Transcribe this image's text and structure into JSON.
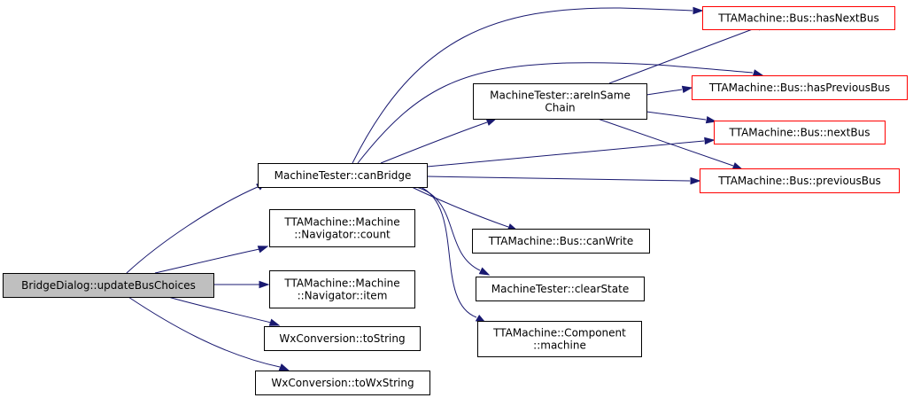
{
  "diagram": {
    "type": "call-graph",
    "colors": {
      "edge": "#191970",
      "node_border": "#000000",
      "external_node_border": "#ff0000",
      "root_node_fill": "#bfbfbf",
      "node_fill": "#ffffff"
    },
    "nodes": [
      {
        "id": "updateBusChoices",
        "lines": [
          "BridgeDialog::updateBusChoices"
        ],
        "style": "root"
      },
      {
        "id": "canBridge",
        "lines": [
          "MachineTester::canBridge"
        ],
        "style": "normal"
      },
      {
        "id": "navCount",
        "lines": [
          "TTAMachine::Machine",
          "::Navigator::count"
        ],
        "style": "normal"
      },
      {
        "id": "navItem",
        "lines": [
          "TTAMachine::Machine",
          "::Navigator::item"
        ],
        "style": "normal"
      },
      {
        "id": "toString",
        "lines": [
          "WxConversion::toString"
        ],
        "style": "normal"
      },
      {
        "id": "toWxString",
        "lines": [
          "WxConversion::toWxString"
        ],
        "style": "normal"
      },
      {
        "id": "areInSameChain",
        "lines": [
          "MachineTester::areInSame",
          "Chain"
        ],
        "style": "normal"
      },
      {
        "id": "canWrite",
        "lines": [
          "TTAMachine::Bus::canWrite"
        ],
        "style": "normal"
      },
      {
        "id": "clearState",
        "lines": [
          "MachineTester::clearState"
        ],
        "style": "normal"
      },
      {
        "id": "compMachine",
        "lines": [
          "TTAMachine::Component",
          "::machine"
        ],
        "style": "normal"
      },
      {
        "id": "hasNextBus",
        "lines": [
          "TTAMachine::Bus::hasNextBus"
        ],
        "style": "external"
      },
      {
        "id": "hasPreviousBus",
        "lines": [
          "TTAMachine::Bus::hasPreviousBus"
        ],
        "style": "external"
      },
      {
        "id": "nextBus",
        "lines": [
          "TTAMachine::Bus::nextBus"
        ],
        "style": "external"
      },
      {
        "id": "previousBus",
        "lines": [
          "TTAMachine::Bus::previousBus"
        ],
        "style": "external"
      }
    ],
    "edges": [
      {
        "from": "updateBusChoices",
        "to": "canBridge"
      },
      {
        "from": "updateBusChoices",
        "to": "navCount"
      },
      {
        "from": "updateBusChoices",
        "to": "navItem"
      },
      {
        "from": "updateBusChoices",
        "to": "toString"
      },
      {
        "from": "updateBusChoices",
        "to": "toWxString"
      },
      {
        "from": "canBridge",
        "to": "areInSameChain"
      },
      {
        "from": "canBridge",
        "to": "canWrite"
      },
      {
        "from": "canBridge",
        "to": "clearState"
      },
      {
        "from": "canBridge",
        "to": "compMachine"
      },
      {
        "from": "canBridge",
        "to": "hasNextBus"
      },
      {
        "from": "canBridge",
        "to": "hasPreviousBus"
      },
      {
        "from": "canBridge",
        "to": "nextBus"
      },
      {
        "from": "canBridge",
        "to": "previousBus"
      },
      {
        "from": "areInSameChain",
        "to": "hasNextBus"
      },
      {
        "from": "areInSameChain",
        "to": "hasPreviousBus"
      },
      {
        "from": "areInSameChain",
        "to": "nextBus"
      },
      {
        "from": "areInSameChain",
        "to": "previousBus"
      }
    ]
  }
}
